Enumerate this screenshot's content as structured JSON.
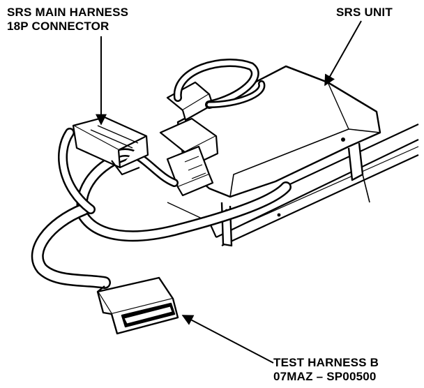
{
  "labels": {
    "main_harness_line1": "SRS MAIN HARNESS",
    "main_harness_line2": "18P CONNECTOR",
    "srs_unit": "SRS UNIT",
    "test_harness_line1": "TEST HARNESS B",
    "test_harness_line2": "07MAZ – SP00500"
  },
  "colors": {
    "ink": "#000000",
    "paper": "#ffffff"
  }
}
